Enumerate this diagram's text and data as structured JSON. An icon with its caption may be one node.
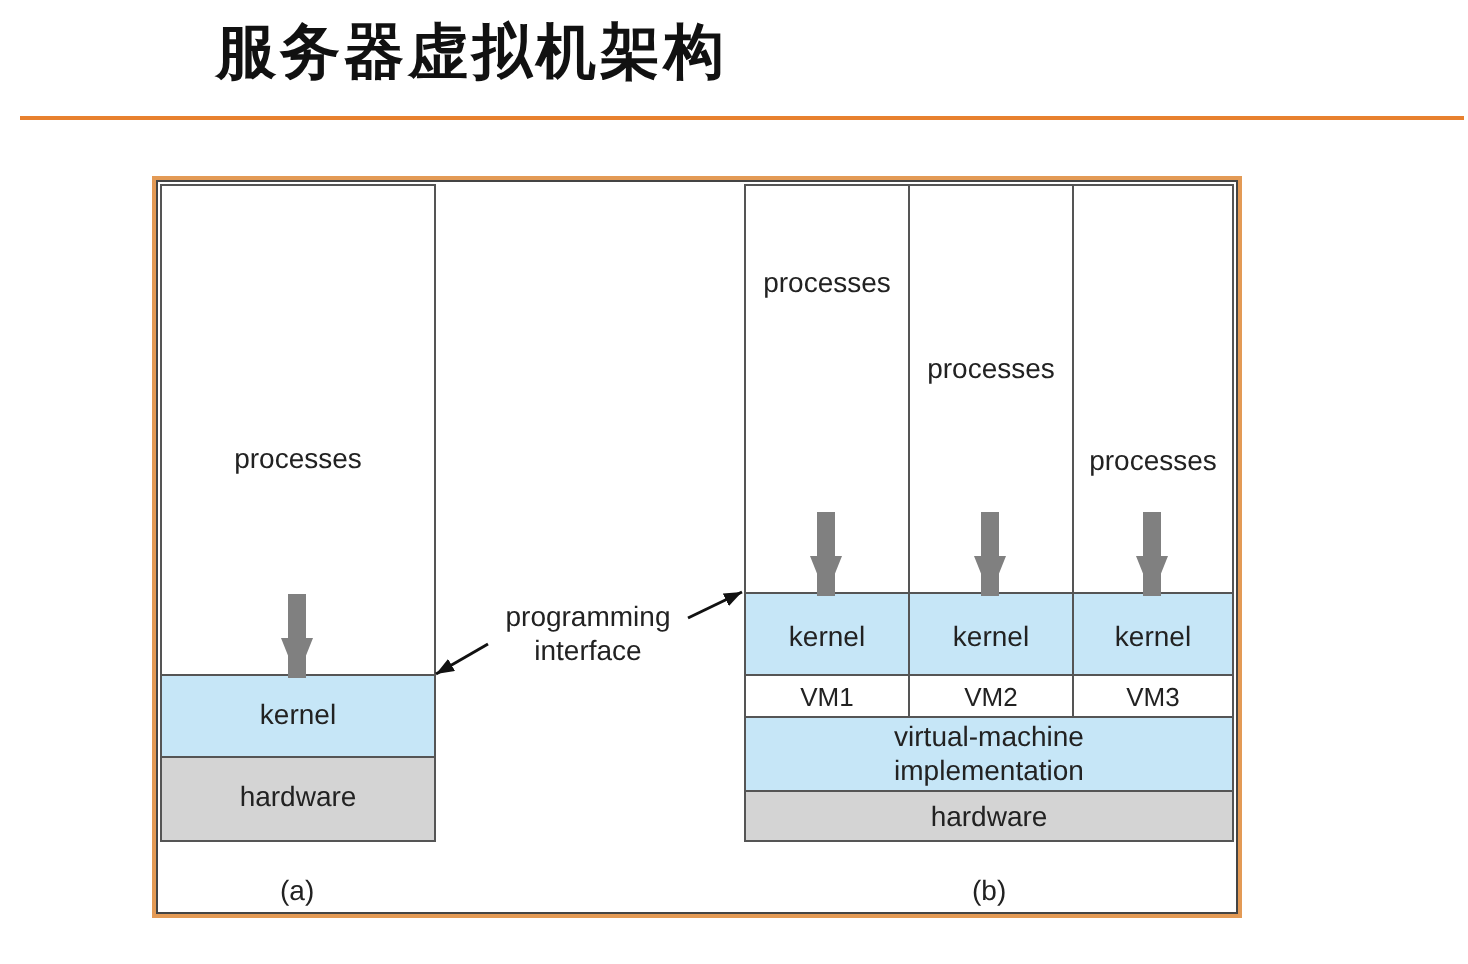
{
  "diagram": {
    "title": "服务器虚拟机架构",
    "nodes": [
      {
        "text": [
          "processes"
        ]
      },
      {
        "text": [
          "kernel"
        ]
      },
      {
        "text": [
          "hardware"
        ]
      },
      {
        "text": [
          "programming interface"
        ]
      },
      {
        "text": [
          "processes"
        ]
      },
      {
        "text": [
          "processes"
        ]
      },
      {
        "text": [
          "processes"
        ]
      },
      {
        "text": [
          "kernel"
        ]
      },
      {
        "text": [
          "kernel"
        ]
      },
      {
        "text": [
          "kernel"
        ]
      },
      {
        "text": [
          "VM1"
        ]
      },
      {
        "text": [
          "VM2"
        ]
      },
      {
        "text": [
          "VM3"
        ]
      },
      {
        "text": [
          "virtual-machine implementation"
        ]
      },
      {
        "text": [
          "hardware"
        ]
      }
    ],
    "edges": [
      {
        "from": 0,
        "to": 1,
        "arrow": "to"
      },
      {
        "from": 4,
        "to": 7,
        "arrow": "to"
      },
      {
        "from": 5,
        "to": 8,
        "arrow": "to"
      },
      {
        "from": 6,
        "to": 9,
        "arrow": "to"
      },
      {
        "from": 3,
        "to": 1,
        "arrow": "to",
        "color": "#111111"
      },
      {
        "from": 3,
        "to": 7,
        "arrow": "to",
        "color": "#111111"
      }
    ],
    "labels": [
      "(a)",
      "(b)"
    ]
  }
}
